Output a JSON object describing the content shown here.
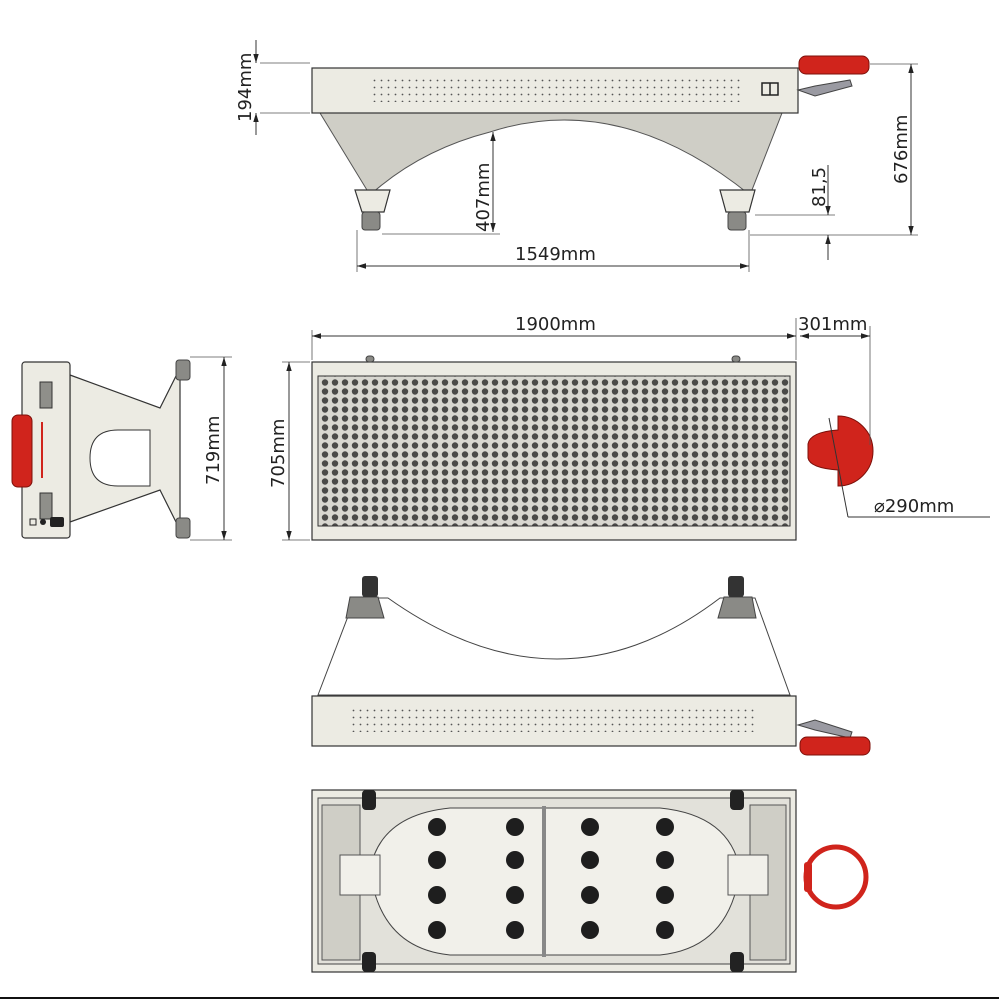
{
  "drawing": {
    "type": "technical-dimension-drawing",
    "colors": {
      "body": "#ecebe3",
      "shade": "#cfcec6",
      "accent_red": "#d0241c",
      "line": "#333333"
    },
    "views": {
      "side_view": {
        "dimensions": {
          "panel_height": "194mm",
          "arch_height": "407mm",
          "total_height": "676mm",
          "foot_height": "81,5",
          "foot_span": "1549mm"
        }
      },
      "top_view": {
        "dimensions": {
          "length": "1900mm",
          "headrest_extension": "301mm",
          "width": "705mm",
          "headrest_diameter": "⌀290mm"
        }
      },
      "end_view": {
        "dimensions": {
          "width": "719mm"
        }
      },
      "inverted_side_view": {},
      "bottom_view": {
        "fan_count": 16
      }
    }
  }
}
